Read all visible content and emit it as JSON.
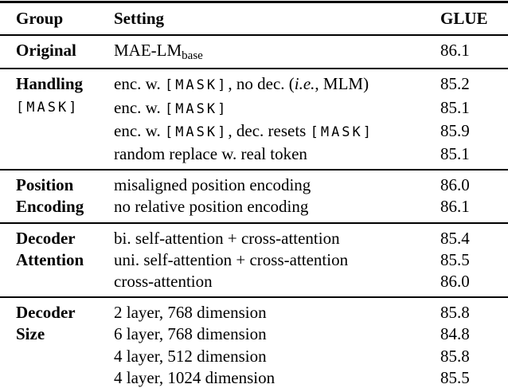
{
  "table": {
    "columns": [
      "Group",
      "Setting",
      "GLUE"
    ],
    "colors": {
      "text": "#000000",
      "background": "#ffffff",
      "rule": "#000000"
    },
    "sections": [
      {
        "name": "original",
        "group_lines": [
          {
            "text": "Original",
            "style": "bold"
          }
        ],
        "rows": [
          {
            "setting": [
              {
                "text": "MAE-LM",
                "style": "plain"
              },
              {
                "text": "base",
                "style": "sub"
              }
            ],
            "glue": "86.1"
          }
        ]
      },
      {
        "name": "handling-mask",
        "group_lines": [
          {
            "text": "Handling",
            "style": "bold"
          },
          {
            "text": "[MASK]",
            "style": "mono"
          }
        ],
        "rows": [
          {
            "setting": [
              {
                "text": "enc. w. ",
                "style": "plain"
              },
              {
                "text": "[MASK]",
                "style": "mono"
              },
              {
                "text": ", no dec. (",
                "style": "plain"
              },
              {
                "text": "i.e.",
                "style": "italic"
              },
              {
                "text": ", MLM)",
                "style": "plain"
              }
            ],
            "glue": "85.2"
          },
          {
            "setting": [
              {
                "text": "enc. w. ",
                "style": "plain"
              },
              {
                "text": "[MASK]",
                "style": "mono"
              }
            ],
            "glue": "85.1"
          },
          {
            "setting": [
              {
                "text": "enc. w. ",
                "style": "plain"
              },
              {
                "text": "[MASK]",
                "style": "mono"
              },
              {
                "text": ", dec. resets ",
                "style": "plain"
              },
              {
                "text": "[MASK]",
                "style": "mono"
              }
            ],
            "glue": "85.9"
          },
          {
            "setting": [
              {
                "text": "random replace w. real token",
                "style": "plain"
              }
            ],
            "glue": "85.1"
          }
        ]
      },
      {
        "name": "position-encoding",
        "group_lines": [
          {
            "text": "Position",
            "style": "bold"
          },
          {
            "text": "Encoding",
            "style": "bold"
          }
        ],
        "rows": [
          {
            "setting": [
              {
                "text": "misaligned position encoding",
                "style": "plain"
              }
            ],
            "glue": "86.0"
          },
          {
            "setting": [
              {
                "text": "no relative position encoding",
                "style": "plain"
              }
            ],
            "glue": "86.1"
          }
        ]
      },
      {
        "name": "decoder-attention",
        "group_lines": [
          {
            "text": "Decoder",
            "style": "bold"
          },
          {
            "text": "Attention",
            "style": "bold"
          }
        ],
        "rows": [
          {
            "setting": [
              {
                "text": "bi. self-attention + cross-attention",
                "style": "plain"
              }
            ],
            "glue": "85.4"
          },
          {
            "setting": [
              {
                "text": "uni. self-attention + cross-attention",
                "style": "plain"
              }
            ],
            "glue": "85.5"
          },
          {
            "setting": [
              {
                "text": "cross-attention",
                "style": "plain"
              }
            ],
            "glue": "86.0"
          }
        ]
      },
      {
        "name": "decoder-size",
        "group_lines": [
          {
            "text": "Decoder",
            "style": "bold"
          },
          {
            "text": "Size",
            "style": "bold"
          }
        ],
        "rows": [
          {
            "setting": [
              {
                "text": "2 layer, 768 dimension",
                "style": "plain"
              }
            ],
            "glue": "85.8"
          },
          {
            "setting": [
              {
                "text": "6 layer, 768 dimension",
                "style": "plain"
              }
            ],
            "glue": "84.8"
          },
          {
            "setting": [
              {
                "text": "4 layer, 512 dimension",
                "style": "plain"
              }
            ],
            "glue": "85.8"
          },
          {
            "setting": [
              {
                "text": "4 layer, 1024 dimension",
                "style": "plain"
              }
            ],
            "glue": "85.5"
          }
        ]
      }
    ]
  }
}
